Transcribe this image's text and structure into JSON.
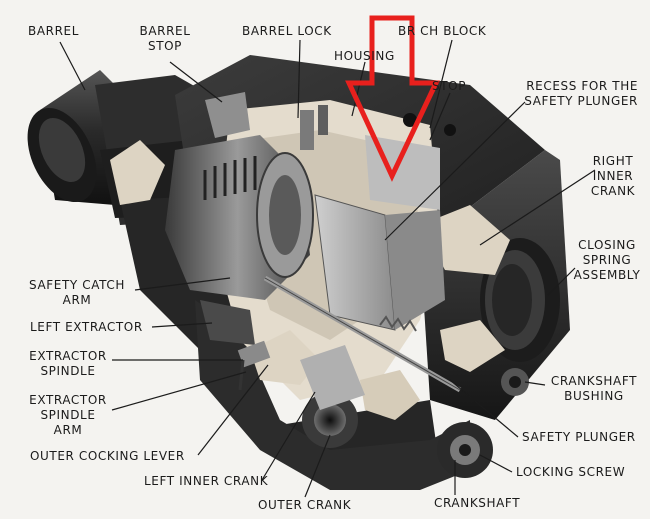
{
  "labels": {
    "barrel": "BARREL",
    "barrel_stop": "BARREL\nSTOP",
    "barrel_lock": "BARREL LOCK",
    "housing": "HOUSING",
    "breech_block": "BR CH BLOCK",
    "stop": "STOP",
    "recess": "RECESS FOR THE\nSAFETY PLUNGER",
    "right_inner_crank": "RIGHT\nINNER\nCRANK",
    "closing_spring": "CLOSING\nSPRING\nASSEMBLY",
    "safety_catch_arm": "SAFETY CATCH\nARM",
    "left_extractor": "LEFT EXTRACTOR",
    "extractor_spindle": "EXTRACTOR\nSPINDLE",
    "extractor_spindle_arm": "EXTRACTOR\nSPINDLE\nARM",
    "outer_cocking_lever": "OUTER COCKING LEVER",
    "left_inner_crank": "LEFT INNER CRANK",
    "outer_crank": "OUTER CRANK",
    "crankshaft": "CRANKSHAFT",
    "locking_screw": "LOCKING SCREW",
    "safety_plunger": "SAFETY PLUNGER",
    "crankshaft_bushing": "CRANKSHAFT\nBUSHING"
  },
  "colors": {
    "annotation_arrow": "#e8201d",
    "metal_dark": "#2b2b2b",
    "metal_mid": "#6a6a6a",
    "metal_light": "#c9c9c9",
    "cutaway": "#e2d8c8"
  }
}
